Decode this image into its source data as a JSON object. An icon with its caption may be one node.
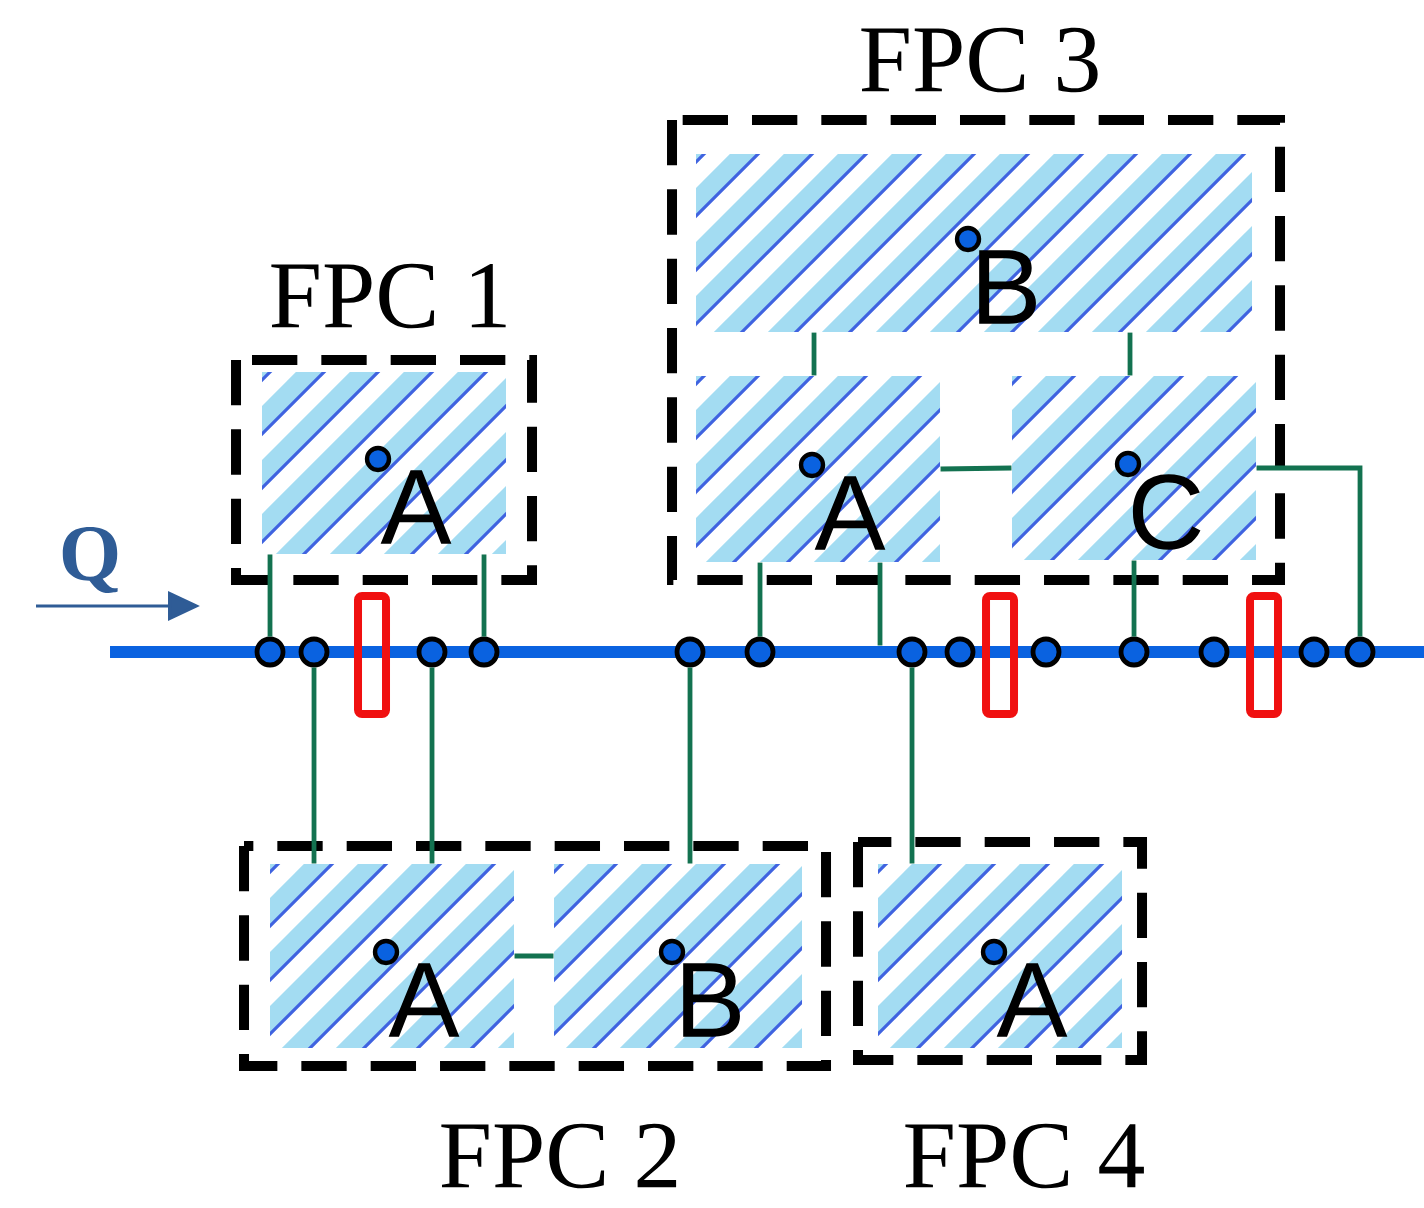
{
  "diagram": {
    "nodes": [
      {
        "text": [
          "FPC 1"
        ]
      },
      {
        "text": [
          "A"
        ],
        "in": 0
      },
      {
        "text": [
          "FPC 2"
        ]
      },
      {
        "text": [
          "A"
        ],
        "in": 2
      },
      {
        "text": [
          "B"
        ],
        "in": 2
      },
      {
        "text": [
          "FPC 3"
        ]
      },
      {
        "text": [
          "B"
        ],
        "in": 5
      },
      {
        "text": [
          "A"
        ],
        "in": 5
      },
      {
        "text": [
          "C"
        ],
        "in": 5
      },
      {
        "text": [
          "FPC 4"
        ]
      },
      {
        "text": [
          "A"
        ],
        "in": 9
      },
      {
        "text": [],
        "shape": "circle"
      },
      {
        "text": [],
        "shape": "circle"
      },
      {
        "text": [],
        "shape": "circle"
      },
      {
        "text": [],
        "shape": "circle"
      },
      {
        "text": [],
        "shape": "circle"
      },
      {
        "text": [],
        "shape": "circle"
      },
      {
        "text": [],
        "shape": "circle"
      },
      {
        "text": [],
        "shape": "circle"
      },
      {
        "text": [],
        "shape": "circle"
      },
      {
        "text": [],
        "shape": "circle"
      },
      {
        "text": [],
        "shape": "circle"
      },
      {
        "text": [],
        "shape": "circle"
      },
      {
        "text": [],
        "shape": "circle"
      },
      {
        "text": [],
        "shape": "bar"
      }
    ],
    "edges": [
      {
        "from": 1,
        "to": 11,
        "arrow": "none"
      },
      {
        "from": 1,
        "to": 14,
        "arrow": "none"
      },
      {
        "from": 12,
        "to": 3,
        "arrow": "none"
      },
      {
        "from": 13,
        "to": 3,
        "arrow": "none"
      },
      {
        "from": 15,
        "to": 4,
        "arrow": "none"
      },
      {
        "from": 3,
        "to": 4,
        "arrow": "none"
      },
      {
        "from": 7,
        "to": 16,
        "arrow": "none"
      },
      {
        "from": 7,
        "to": 24,
        "arrow": "none"
      },
      {
        "from": 17,
        "to": 10,
        "arrow": "none"
      },
      {
        "from": 6,
        "to": 7,
        "arrow": "none"
      },
      {
        "from": 6,
        "to": 8,
        "arrow": "none"
      },
      {
        "from": 7,
        "to": 8,
        "arrow": "none"
      },
      {
        "from": 8,
        "to": 20,
        "arrow": "none"
      },
      {
        "from": 8,
        "to": 23,
        "arrow": "none"
      }
    ],
    "labels": [
      "Q"
    ]
  }
}
